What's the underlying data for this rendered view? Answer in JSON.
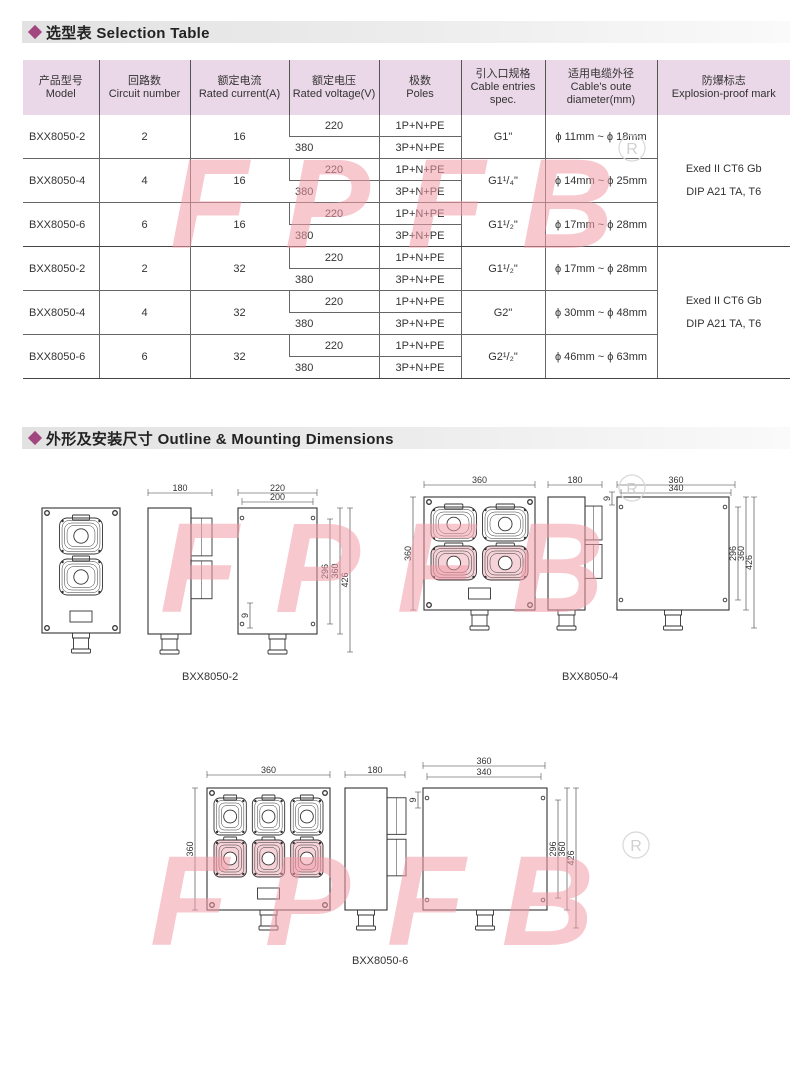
{
  "selection": {
    "title": "选型表 Selection Table",
    "headers": [
      {
        "cn": "产品型号",
        "en": "Model"
      },
      {
        "cn": "回路数",
        "en": "Circuit number"
      },
      {
        "cn": "额定电流",
        "en": "Rated current(A)"
      },
      {
        "cn": "额定电压",
        "en": "Rated voltage(V)"
      },
      {
        "cn": "极数",
        "en": "Poles"
      },
      {
        "cn": "引入口规格",
        "en": "Cable entries spec."
      },
      {
        "cn": "适用电缆外径",
        "en": "Cable's oute diameter(mm)"
      },
      {
        "cn": "防爆标志",
        "en": "Explosion-proof mark"
      }
    ],
    "rows": [
      {
        "model": "BXX8050-2",
        "circuits": "2",
        "current": "16",
        "v1": "220",
        "p1": "1P+N+PE",
        "v2": "380",
        "p2": "3P+N+PE",
        "entry": "G1\"",
        "diameter": "ϕ 11mm ~ ϕ 18mm"
      },
      {
        "model": "BXX8050-4",
        "circuits": "4",
        "current": "16",
        "v1": "220",
        "p1": "1P+N+PE",
        "v2": "380",
        "p2": "3P+N+PE",
        "entry": "G1¹/₄\"",
        "diameter": "ϕ 14mm ~ ϕ 25mm"
      },
      {
        "model": "BXX8050-6",
        "circuits": "6",
        "current": "16",
        "v1": "220",
        "p1": "1P+N+PE",
        "v2": "380",
        "p2": "3P+N+PE",
        "entry": "G1¹/₂\"",
        "diameter": "ϕ 17mm ~ ϕ 28mm"
      },
      {
        "model": "BXX8050-2",
        "circuits": "2",
        "current": "32",
        "v1": "220",
        "p1": "1P+N+PE",
        "v2": "380",
        "p2": "3P+N+PE",
        "entry": "G1¹/₂\"",
        "diameter": "ϕ 17mm ~ ϕ 28mm"
      },
      {
        "model": "BXX8050-4",
        "circuits": "4",
        "current": "32",
        "v1": "220",
        "p1": "1P+N+PE",
        "v2": "380",
        "p2": "3P+N+PE",
        "entry": "G2\"",
        "diameter": "ϕ 30mm ~ ϕ 48mm"
      },
      {
        "model": "BXX8050-6",
        "circuits": "6",
        "current": "32",
        "v1": "220",
        "p1": "1P+N+PE",
        "v2": "380",
        "p2": "3P+N+PE",
        "entry": "G2¹/₂\"",
        "diameter": "ϕ 46mm ~ ϕ 63mm"
      }
    ],
    "marks": [
      {
        "line1": "Exed II CT6 Gb",
        "line2": "DIP A21 TA, T6"
      },
      {
        "line1": "Exed II CT6 Gb",
        "line2": "DIP A21 TA, T6"
      }
    ]
  },
  "dimensions": {
    "title": "外形及安装尺寸 Outline & Mounting Dimensions",
    "drawings": [
      {
        "model": "BXX8050-2",
        "front_width": "",
        "front_height": "",
        "side": "180",
        "back_w1": "220",
        "back_w2": "200",
        "v1": "296",
        "v2": "360",
        "v3": "426",
        "small": "9"
      },
      {
        "model": "BXX8050-4",
        "front_width": "360",
        "front_height": "360",
        "side": "180",
        "back_w1": "360",
        "back_w2": "340",
        "v1": "296",
        "v2": "360",
        "v3": "426",
        "small": "9"
      },
      {
        "model": "BXX8050-6",
        "front_width": "360",
        "front_height": "360",
        "side": "180",
        "back_w1": "360",
        "back_w2": "340",
        "v1": "296",
        "v2": "360",
        "v3": "426",
        "small": "9"
      }
    ]
  },
  "watermark": {
    "text": "FPFB",
    "registered": "®",
    "color": "#f39aa8"
  }
}
